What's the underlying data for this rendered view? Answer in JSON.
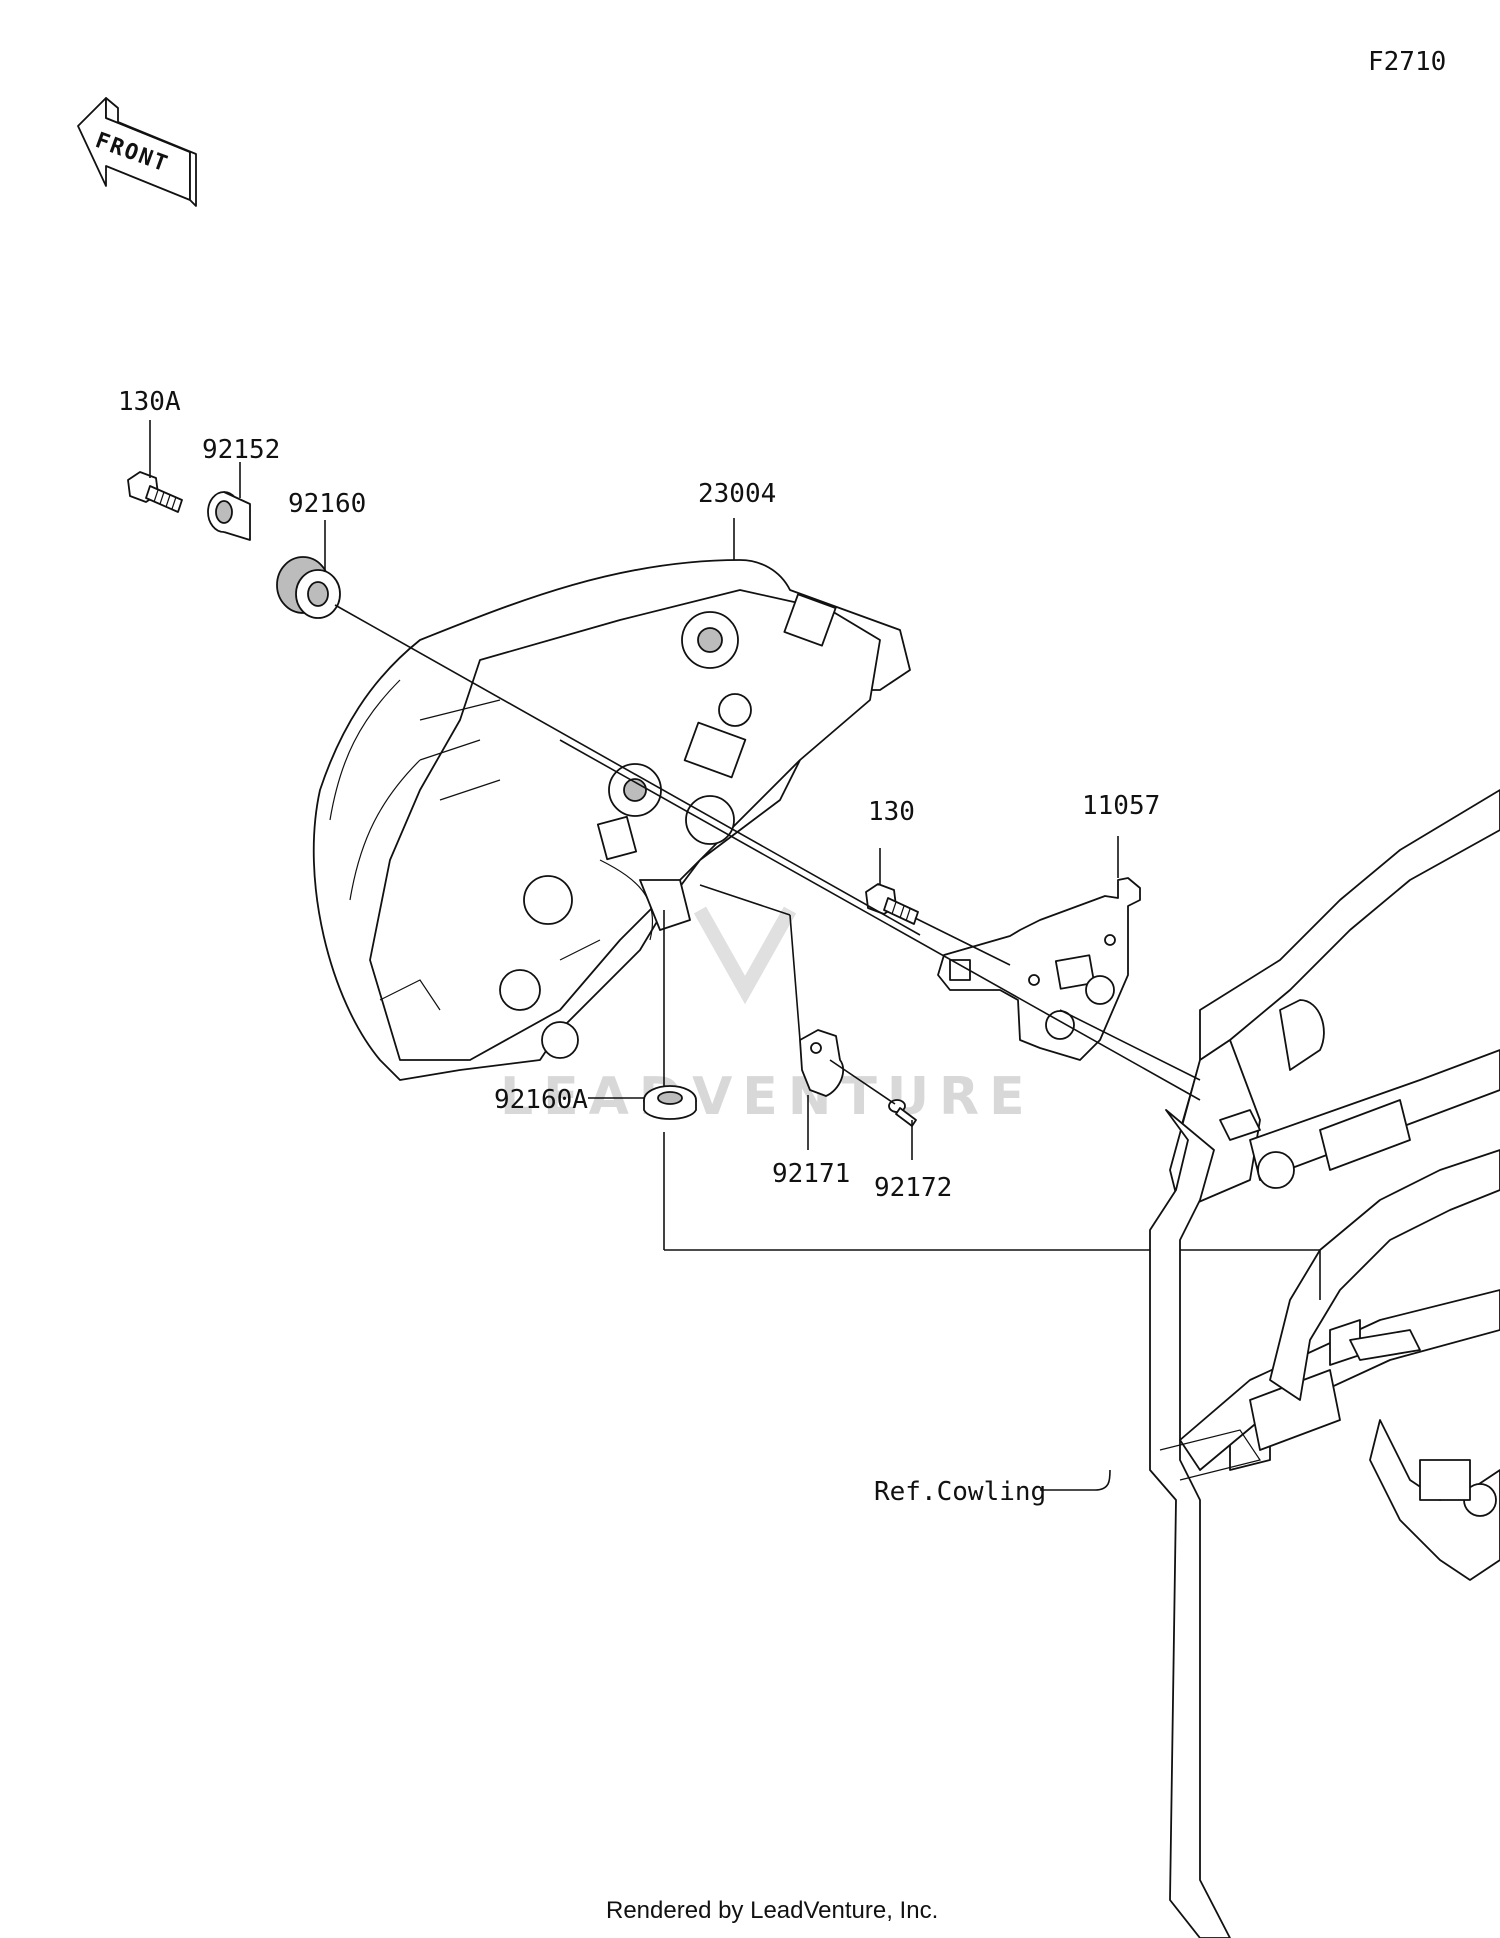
{
  "diagram": {
    "code": "F2710",
    "front_label": "FRONT",
    "watermark": "LEADVENTURE",
    "footer": "Rendered by LeadVenture, Inc.",
    "parts": [
      {
        "id": "130A"
      },
      {
        "id": "92152"
      },
      {
        "id": "92160"
      },
      {
        "id": "23004"
      },
      {
        "id": "130"
      },
      {
        "id": "11057"
      },
      {
        "id": "92160A"
      },
      {
        "id": "92171"
      },
      {
        "id": "92172"
      },
      {
        "id": "Ref.Cowling"
      }
    ]
  }
}
